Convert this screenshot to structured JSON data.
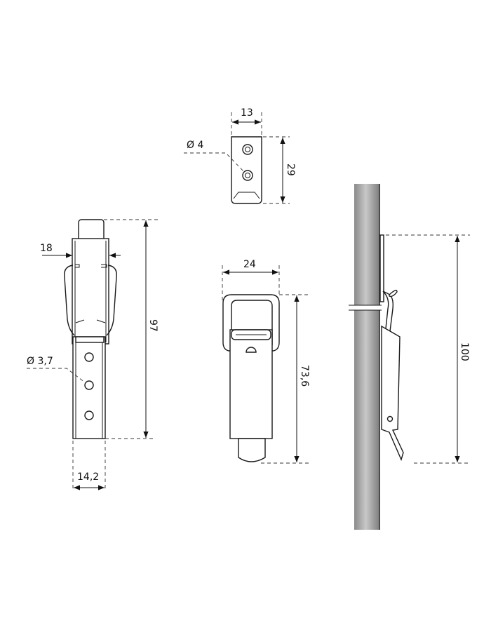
{
  "dimensions": {
    "plate_width": "13",
    "plate_hole_diameter": "Ø 4",
    "plate_height": "29",
    "latch_front_width": "18",
    "latch_front_length": "97",
    "latch_hole_diameter": "Ø 3,7",
    "latch_strip_width": "14,2",
    "latch_closed_width": "24",
    "latch_closed_length": "73,6",
    "mounted_length": "100"
  },
  "colors": {
    "line": "#1a1a1a",
    "post_gray": "#9a9a9a"
  }
}
